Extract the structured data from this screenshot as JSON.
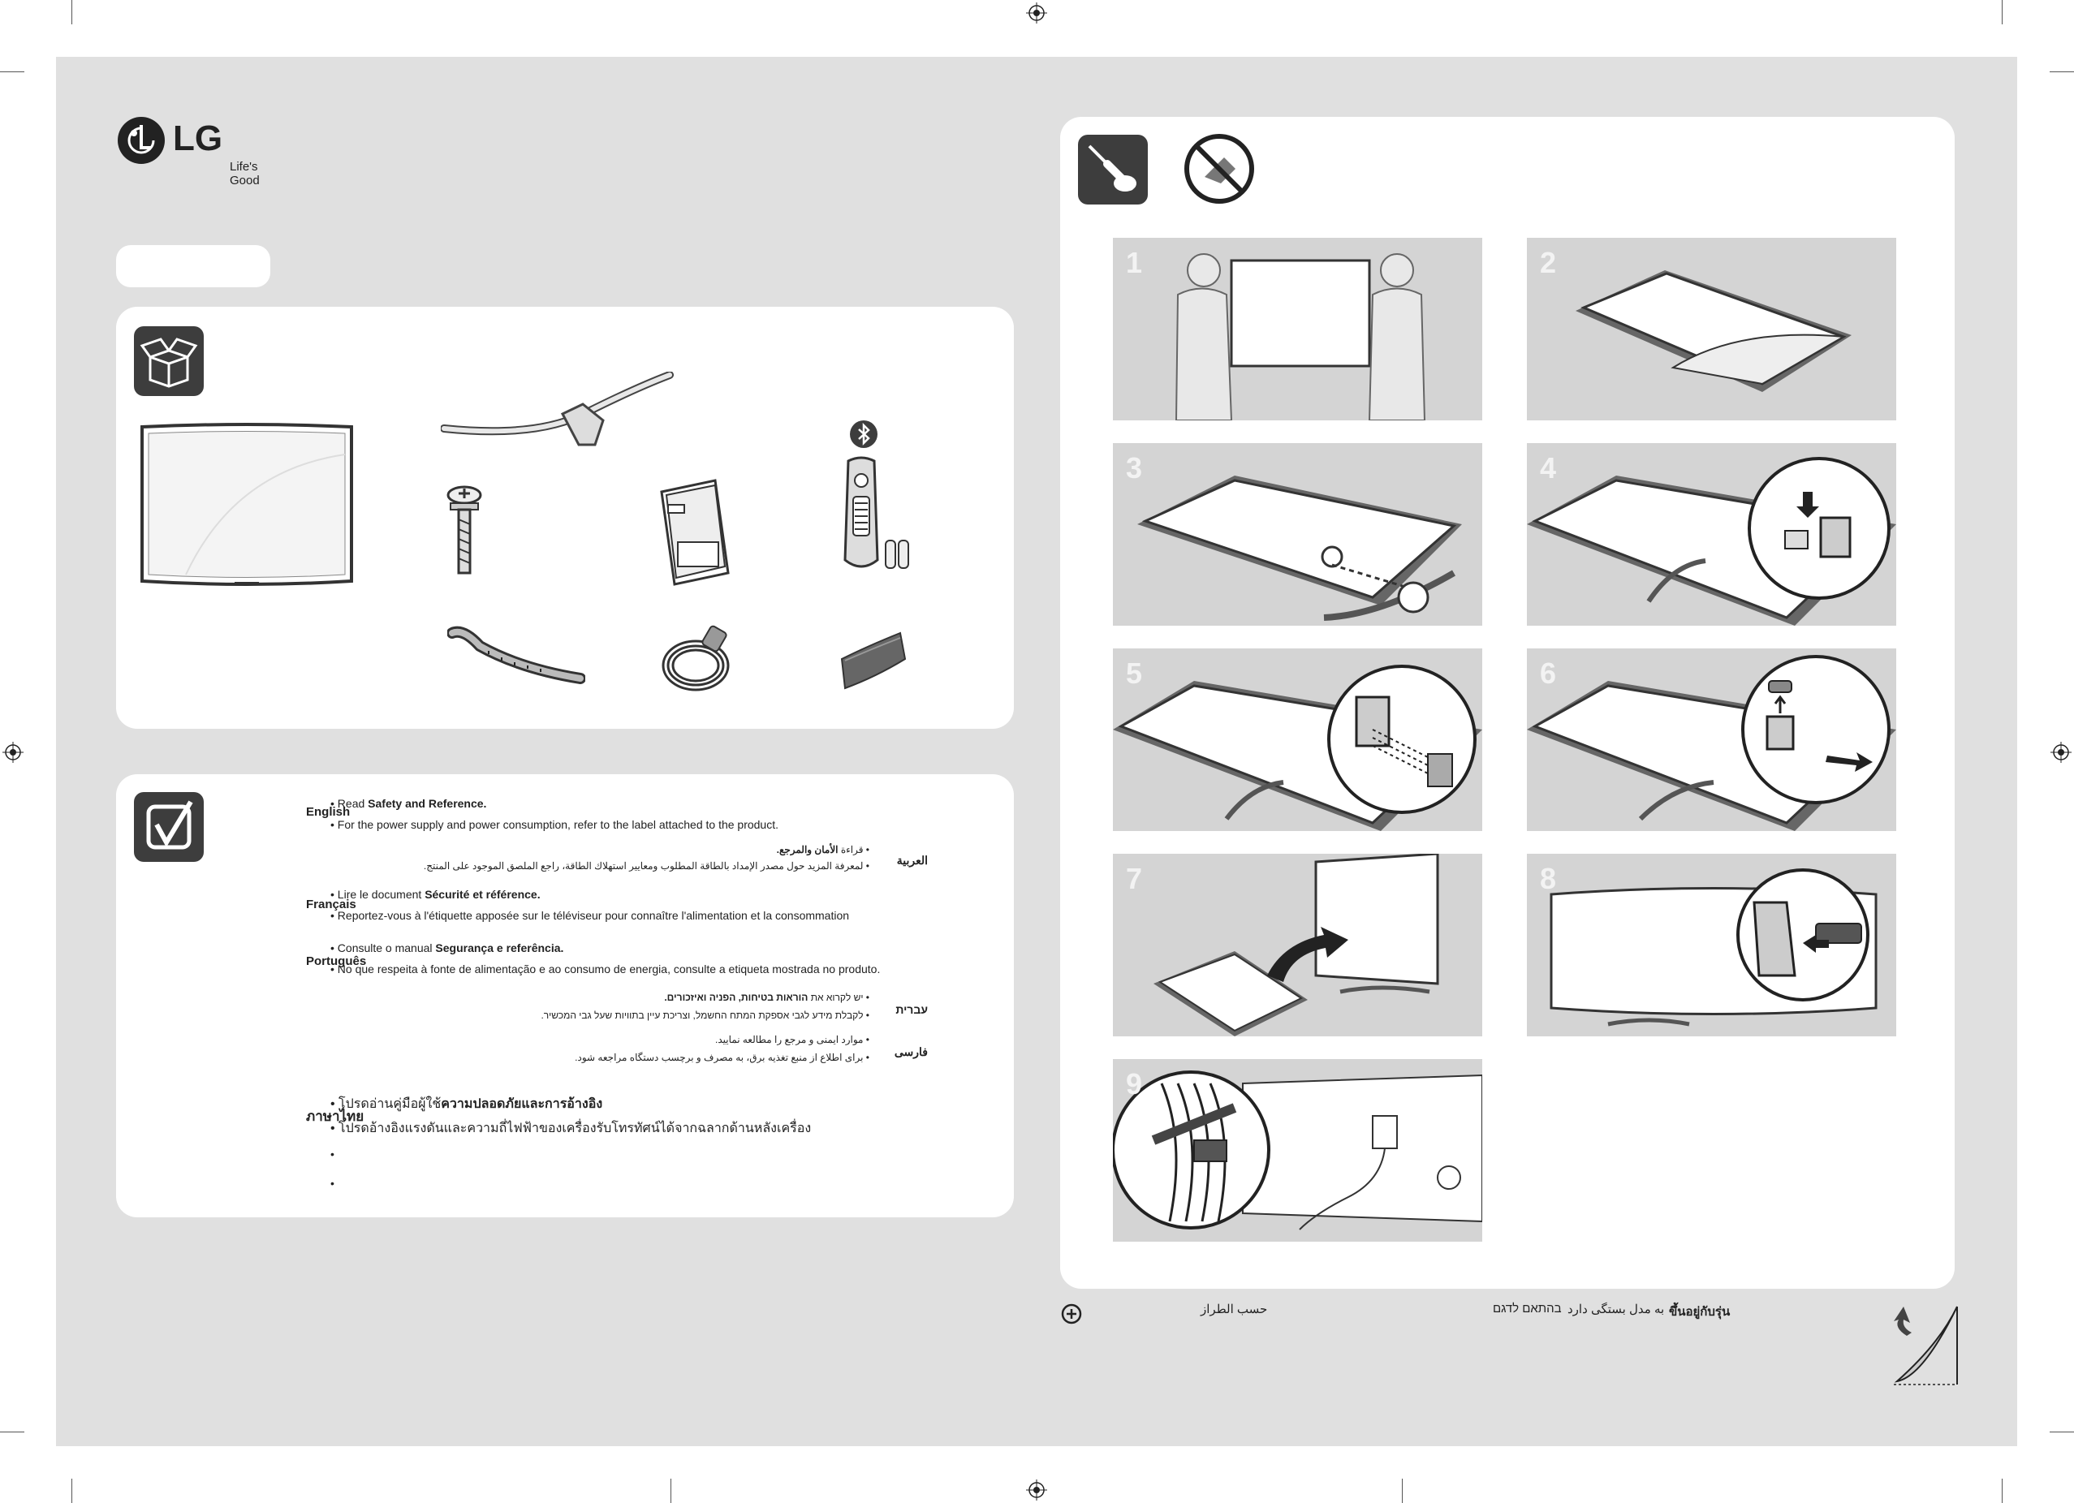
{
  "brand": {
    "logo_text": "LG",
    "tagline": "Life's Good"
  },
  "safety": {
    "rows": [
      {
        "lang": "English",
        "bullets": [
          {
            "pre": "• Read ",
            "bold": "Safety and Reference.",
            "post": ""
          },
          {
            "pre": "• For the power supply and power consumption, refer to the label attached to the product.",
            "bold": "",
            "post": ""
          }
        ]
      },
      {
        "lang": "العربية",
        "bullets": [
          {
            "pre": "• قراءة ",
            "bold": "الأمان والمرجع.",
            "post": ""
          },
          {
            "pre": "• لمعرفة المزيد حول مصدر الإمداد بالطاقة المطلوب ومعايير استهلاك الطاقة، راجع الملصق الموجود على المنتج.",
            "bold": "",
            "post": ""
          }
        ]
      },
      {
        "lang": "Français",
        "bullets": [
          {
            "pre": "• Lire le document ",
            "bold": "Sécurité et référence.",
            "post": ""
          },
          {
            "pre": "• Reportez-vous à l'étiquette apposée sur le téléviseur pour connaître l'alimentation et la consommation",
            "bold": "",
            "post": ""
          }
        ]
      },
      {
        "lang": "Português",
        "bullets": [
          {
            "pre": "• Consulte o manual ",
            "bold": "Segurança e referência.",
            "post": ""
          },
          {
            "pre": "• No que respeita à fonte de alimentação e ao consumo de energia, consulte a etiqueta mostrada no produto.",
            "bold": "",
            "post": ""
          }
        ]
      },
      {
        "lang": "עברית",
        "bullets": [
          {
            "pre": "• יש לקרוא את ",
            "bold": "הוראות בטיחות, הפניה ואיזכורים.",
            "post": ""
          },
          {
            "pre": "• לקבלת מידע לגבי אספקת המתח החשמל, וצריכת עיין בתוויות שעל גבי המכשיר.",
            "bold": "",
            "post": ""
          }
        ]
      },
      {
        "lang": "فارسی",
        "bullets": [
          {
            "pre": "• موارد ایمنی و مرجع را مطالعه نمایید.",
            "bold": "",
            "post": ""
          },
          {
            "pre": "• برای اطلاع از منبع تغذیه برق، به مصرف و برچسب دستگاه مراجعه شود.",
            "bold": "",
            "post": ""
          }
        ]
      },
      {
        "lang": "ภาษาไทย",
        "bullets": [
          {
            "pre": "• โปรดอ่านคู่มือผู้ใช้",
            "bold": "ความปลอดภัยและการอ้างอิง",
            "post": ""
          },
          {
            "pre": "• โปรดอ้างอิงแรงดันและความถี่ไฟฟ้าของเครื่องรับโทรทัศน์ได้จากฉลากด้านหลังเครื่อง",
            "bold": "",
            "post": ""
          },
          {
            "pre": "•",
            "bold": "",
            "post": ""
          },
          {
            "pre": "•",
            "bold": "",
            "post": ""
          }
        ]
      }
    ]
  },
  "steps": [
    "1",
    "2",
    "3",
    "4",
    "5",
    "6",
    "7",
    "8",
    "9"
  ],
  "footer": {
    "arabic": "حسب الطراز",
    "hebrew": "בהתאם לדגם",
    "persian": "به مدل بستگی دارد",
    "thai": "ขึ้นอยู่กับรุ่น"
  },
  "colors": {
    "sheet": "#e0e0e0",
    "panel": "#ffffff",
    "icon_box": "#3d3d3d",
    "step_bg": "#d4d4d4"
  }
}
